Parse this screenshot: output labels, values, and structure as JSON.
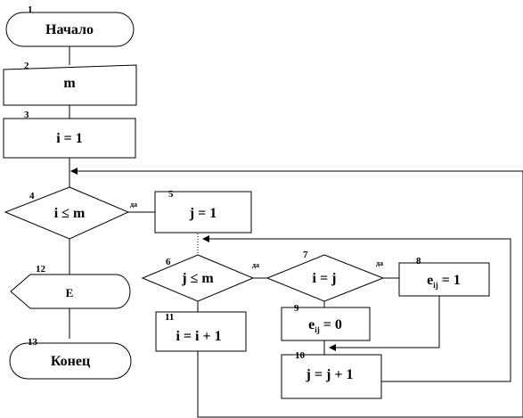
{
  "blocks": {
    "b1": {
      "num": "1",
      "text": "Начало"
    },
    "b2": {
      "num": "2",
      "text": "m"
    },
    "b3": {
      "num": "3",
      "text": "i = 1"
    },
    "b4": {
      "num": "4",
      "text": "i ≤ m",
      "yes": "да"
    },
    "b5": {
      "num": "5",
      "text": "j = 1"
    },
    "b6": {
      "num": "6",
      "text": "j ≤ m",
      "yes": "да"
    },
    "b7": {
      "num": "7",
      "text": "i = j",
      "yes": "да"
    },
    "b8": {
      "num": "8",
      "text_main": "e",
      "text_sub": "ij",
      "text_rest": " = 1"
    },
    "b9": {
      "num": "9",
      "text_main": "e",
      "text_sub": "ij",
      "text_rest": " = 0"
    },
    "b10": {
      "num": "10",
      "text": "j = j + 1"
    },
    "b11": {
      "num": "11",
      "text": "i = i + 1"
    },
    "b12": {
      "num": "12",
      "text": "E"
    },
    "b13": {
      "num": "13",
      "text": "Конец"
    }
  }
}
